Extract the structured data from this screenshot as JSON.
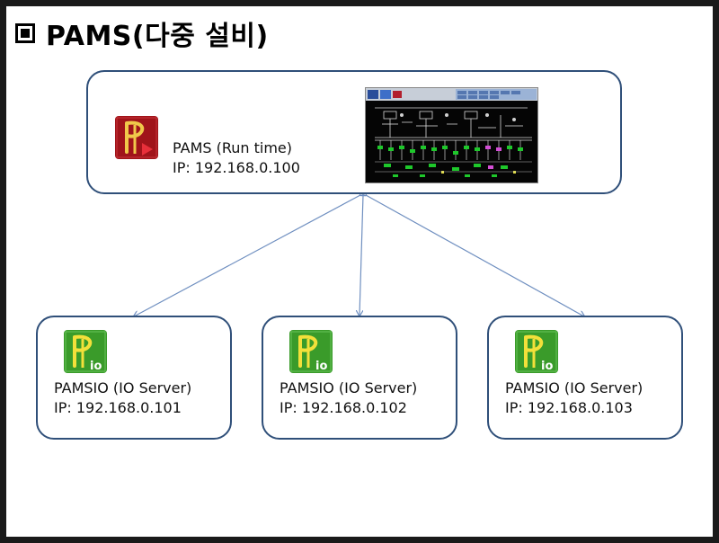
{
  "slide": {
    "title": "PAMS(다중 설비)"
  },
  "runtime": {
    "name": "PAMS (Run time)",
    "ip": "IP: 192.168.0.100",
    "icon": "pams-runtime-icon"
  },
  "io_servers": [
    {
      "name": "PAMSIO (IO Server)",
      "ip": "IP: 192.168.0.101",
      "icon": "pamsio-icon"
    },
    {
      "name": "PAMSIO (IO Server)",
      "ip": "IP: 192.168.0.102",
      "icon": "pamsio-icon"
    },
    {
      "name": "PAMSIO (IO Server)",
      "ip": "IP: 192.168.0.103",
      "icon": "pamsio-icon"
    }
  ],
  "colors": {
    "box_border": "#2f4f79",
    "connector": "#6f8fc0",
    "runtime_icon_bg": "#a0141a",
    "io_icon_bg": "#3a9b2a"
  }
}
